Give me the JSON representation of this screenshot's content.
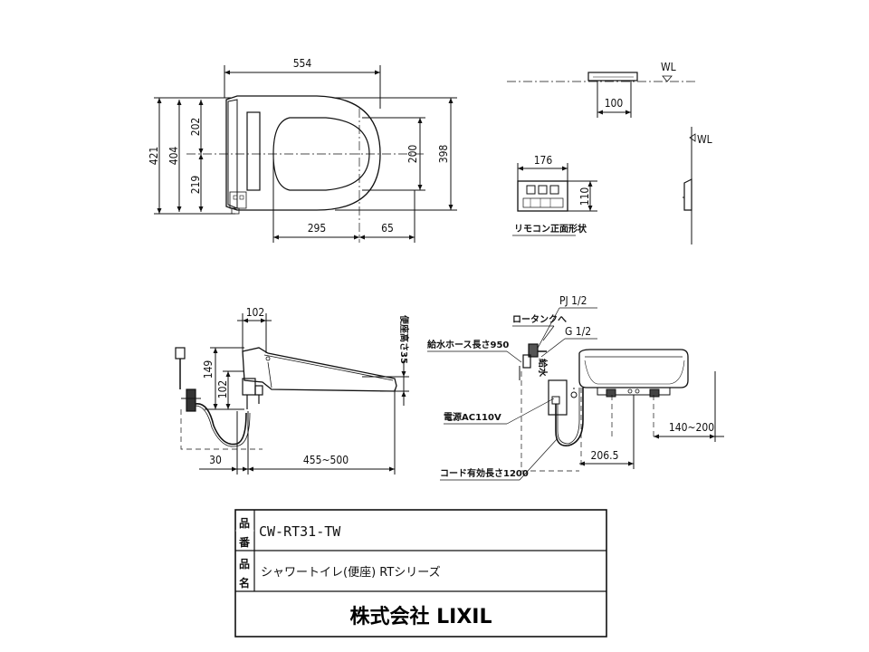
{
  "dimensions": {
    "top_width": "554",
    "h421": "421",
    "h404": "404",
    "h202": "202",
    "h219": "219",
    "h200": "200",
    "h398": "398",
    "w295": "295",
    "w65": "65",
    "wall_100": "100",
    "remote_w": "176",
    "remote_h": "110",
    "side_102_top": "102",
    "side_149": "149",
    "side_102_v": "102",
    "side_30": "30",
    "side_455_500": "455~500",
    "pipe_206_5": "206.5",
    "pipe_140_200": "140~200"
  },
  "labels": {
    "wl_1": "WL",
    "wl_2": "WL",
    "remote_caption": "リモコン正面形状",
    "seat_height": "便座高さ35",
    "pj": "PJ 1/2",
    "low_tank": "ロータンクへ",
    "g12": "G 1/2",
    "hose": "給水ホース長さ950",
    "water_supply": "給水",
    "power": "電源AC110V",
    "cord": "コード有効長さ1200"
  },
  "title_block": {
    "code_key_1": "品",
    "code_key_2": "番",
    "code_value": "CW-RT31-TW",
    "name_key_1": "品",
    "name_key_2": "名",
    "name_value": "シャワートイレ(便座) RTシリーズ",
    "maker": "株式会社 LIXIL"
  }
}
